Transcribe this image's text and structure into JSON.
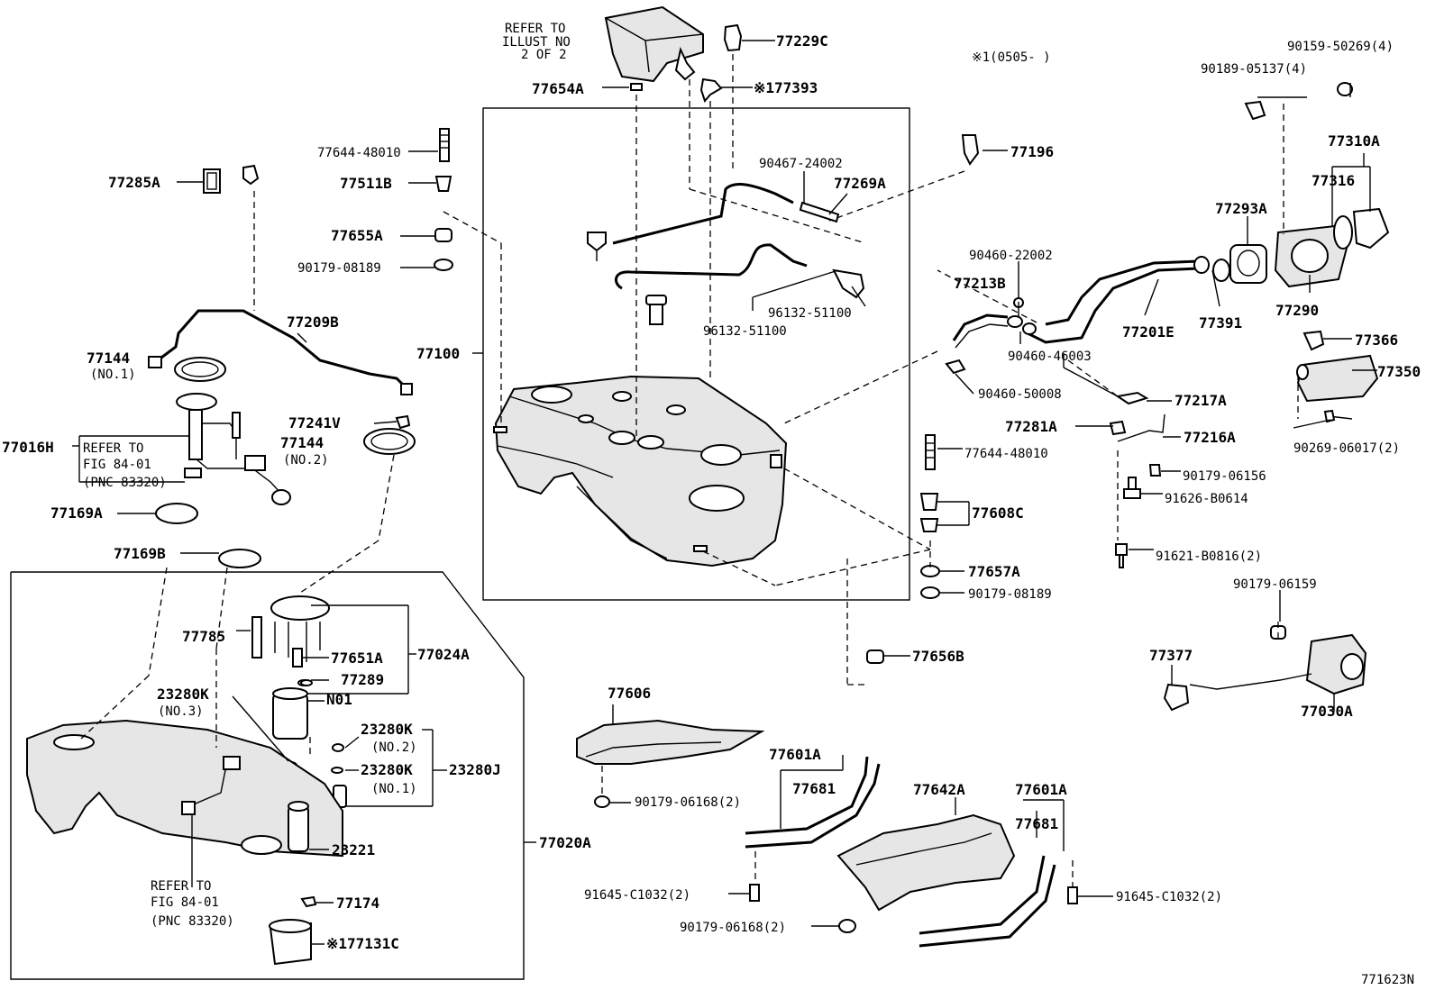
{
  "labels": {
    "refer_illust_1": "REFER TO",
    "refer_illust_2": "ILLUST NO",
    "refer_illust_3": "2 OF 2",
    "p77229C": "77229C",
    "note_range": "※1(0505-     )",
    "p90159": "90159-50269(4)",
    "p90189": "90189-05137(4)",
    "p77654A": "77654A",
    "p177393": "※177393",
    "p77310A": "77310A",
    "p77644_top": "77644-48010",
    "p77196": "77196",
    "p77316": "77316",
    "p90467": "90467-24002",
    "p77269A": "77269A",
    "p77285A": "77285A",
    "p77511B": "77511B",
    "p77293A": "77293A",
    "p77655A": "77655A",
    "p90460_22002": "90460-22002",
    "p90179_08189_top": "90179-08189",
    "p77213B": "77213B",
    "p96132_a": "96132-51100",
    "p77290": "77290",
    "p96132_b": "96132-51100",
    "p77209B": "77209B",
    "p77100": "77100",
    "p77201E": "77201E",
    "p77391": "77391",
    "p90460_46003": "90460-46003",
    "p77366": "77366",
    "p77144_1": "77144",
    "p77144_1_no": "(NO.1)",
    "p77350": "77350",
    "p90460_50008": "90460-50008",
    "p77217A": "77217A",
    "p77241V": "77241V",
    "p77281A": "77281A",
    "p77216A": "77216A",
    "p77144_2": "77144",
    "p77144_2_no": "(NO.2)",
    "p77016H": "77016H",
    "refer_fig_a1": "REFER TO",
    "refer_fig_a2": "FIG 84-01",
    "refer_fig_a3": "(PNC 83320)",
    "p77644_mid": "77644-48010",
    "p90269": "90269-06017(2)",
    "p90179_06156": "90179-06156",
    "p91626": "91626-B0614",
    "p77169A": "77169A",
    "p77608C": "77608C",
    "p77169B": "77169B",
    "p91621": "91621-B0816(2)",
    "p77657A": "77657A",
    "p90179_06159": "90179-06159",
    "p90179_08189_mid": "90179-08189",
    "p77785": "77785",
    "p77651A": "77651A",
    "p77024A": "77024A",
    "p77656B": "77656B",
    "p77377": "77377",
    "p77289": "77289",
    "p23280K_3": "23280K",
    "p23280K_3_no": "(NO.3)",
    "p77606": "77606",
    "pN01": "N01",
    "p77030A": "77030A",
    "p23280K_2": "23280K",
    "p23280K_2_no": "(NO.2)",
    "p23280K_1": "23280K",
    "p23280K_1_no": "(NO.1)",
    "p23280J": "23280J",
    "p77601A_a": "77601A",
    "p77681_a": "77681",
    "p77642A": "77642A",
    "p77601A_b": "77601A",
    "p90179_06168_a": "90179-06168(2)",
    "p77020A": "77020A",
    "p77681_b": "77681",
    "p23221": "23221",
    "refer_fig_b1": "REFER TO",
    "refer_fig_b2": "FIG 84-01",
    "refer_fig_b3": "(PNC 83320)",
    "p91645_a": "91645-C1032(2)",
    "p91645_b": "91645-C1032(2)",
    "p77174": "77174",
    "p90179_06168_b": "90179-06168(2)",
    "p177131C": "※177131C",
    "diagram_id": "771623N"
  }
}
